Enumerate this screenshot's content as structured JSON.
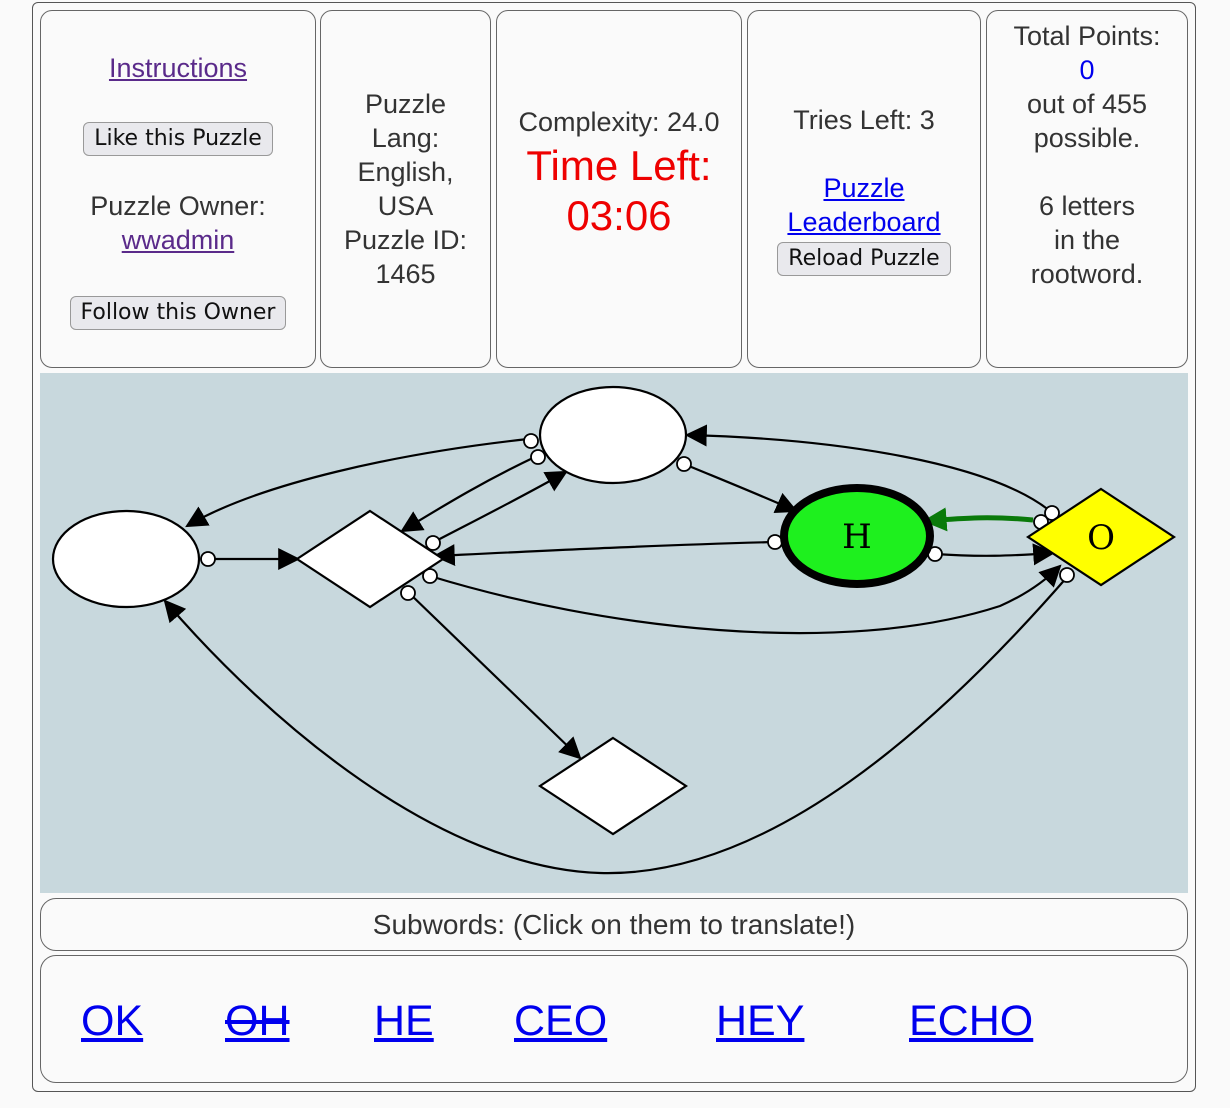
{
  "left_panel": {
    "instructions_label": "Instructions",
    "like_button_label": "Like this Puzzle",
    "owner_caption": "Puzzle Owner:",
    "owner_name": "wwadmin",
    "follow_button_label": "Follow this Owner"
  },
  "info_panel": {
    "line1": "Puzzle",
    "line2": "Lang:",
    "line3": "English,",
    "line4": "USA",
    "line5": "Puzzle ID:",
    "line6": "1465"
  },
  "timer_panel": {
    "complexity": "Complexity: 24.0",
    "time_label": "Time Left:",
    "time_value": "03:06",
    "time_color": "#ee0000"
  },
  "tries_panel": {
    "tries": "Tries Left: 3",
    "leaderboard_line1": "Puzzle",
    "leaderboard_line2": "Leaderboard",
    "reload_button_label": "Reload Puzzle"
  },
  "points_panel": {
    "total_label": "Total Points:",
    "points_value": "0",
    "out_of": "out of 455",
    "possible": "possible.",
    "letters_line1": "6 letters",
    "letters_line2": "in the",
    "letters_line3": "rootword."
  },
  "graph": {
    "background": "#c8d8dd",
    "node_h_label": "H",
    "node_h_color": "#1ef01e",
    "node_o_label": "O",
    "node_o_color": "#ffff00",
    "highlight_edge_color": "#0a7a0a"
  },
  "subwords_header": "Subwords: (Click on them to translate!)",
  "subwords": [
    {
      "text": "OK",
      "struck": false
    },
    {
      "text": "OH",
      "struck": true
    },
    {
      "text": "HE",
      "struck": false
    },
    {
      "text": "CEO",
      "struck": false
    },
    {
      "text": "HEY",
      "struck": false
    },
    {
      "text": "ECHO",
      "struck": false
    }
  ]
}
